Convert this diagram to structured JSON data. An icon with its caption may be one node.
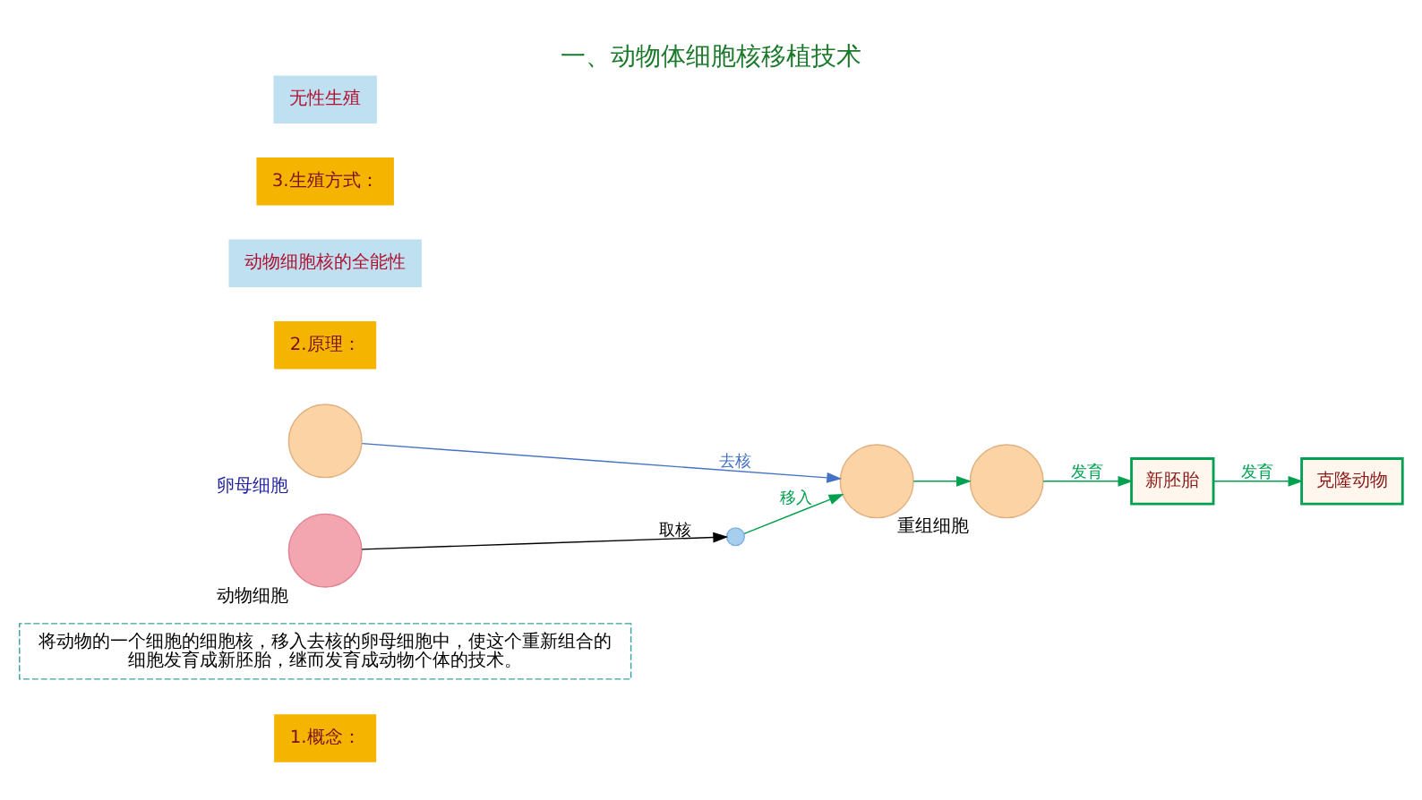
{
  "diagram": {
    "title": "一、动物体细胞核移植技术",
    "nodes": [
      {
        "text": [
          "1.概念："
        ]
      },
      {
        "text": [
          "将动物的一个细胞的细胞核，移入去核的卵母细胞中，使这个重新组合的细胞发育成新胚胎，继而发育成动物个体的技术。"
        ]
      },
      {
        "text": [
          "卵母细胞"
        ]
      },
      {
        "text": [],
        "shape": "circle"
      },
      {
        "text": [
          "重组细胞"
        ]
      },
      {
        "text": [
          "新胚胎"
        ]
      },
      {
        "text": [
          "克隆动物"
        ]
      },
      {
        "text": [
          "2.原理："
        ]
      },
      {
        "text": [
          "动物细胞核的全能性"
        ]
      },
      {
        "text": [
          "动物细胞"
        ]
      },
      {
        "text": [],
        "shape": "circle"
      },
      {
        "text": [
          "3.生殖方式："
        ]
      },
      {
        "text": [
          "无性生殖"
        ]
      }
    ],
    "edges": [
      {
        "from": 2,
        "to": 3,
        "arrow": "to",
        "label": "去核",
        "color": "#4472c4"
      },
      {
        "from": 3,
        "to": 4,
        "arrow": "to"
      },
      {
        "from": 4,
        "to": 5,
        "arrow": "to",
        "label": "发育"
      },
      {
        "from": 5,
        "to": 6,
        "arrow": "to",
        "label": "发育"
      },
      {
        "from": 9,
        "to": 10,
        "arrow": "to",
        "label": "取核",
        "color": "#000000"
      },
      {
        "from": 10,
        "to": 3,
        "arrow": "to",
        "label": "移入"
      }
    ]
  }
}
